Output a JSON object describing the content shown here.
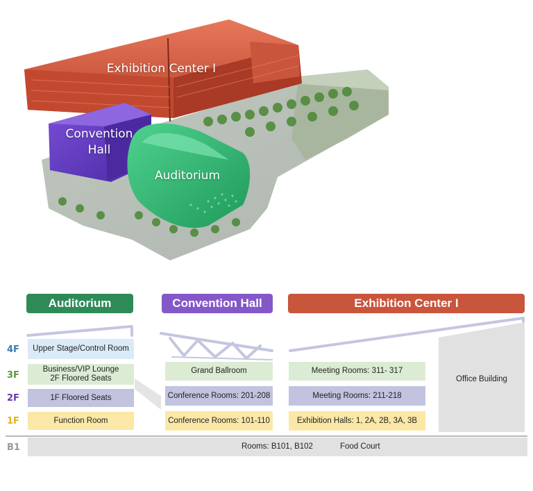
{
  "render": {
    "exhibition_center_label": "Exhibition Center I",
    "convention_hall_label_line1": "Convention",
    "convention_hall_label_line2": "Hall",
    "auditorium_label": "Auditorium"
  },
  "buildings": {
    "auditorium": {
      "title": "Auditorium",
      "color": "#2e8b57"
    },
    "convention_hall": {
      "title": "Convention Hall",
      "color": "#8458c9"
    },
    "exhibition_center": {
      "title": "Exhibition Center I",
      "color": "#c9553c"
    }
  },
  "floors": {
    "f4": {
      "label": "4F",
      "color": "#3a78b5"
    },
    "f3": {
      "label": "3F",
      "color": "#5a9a3a"
    },
    "f2": {
      "label": "2F",
      "color": "#6a34b0"
    },
    "f1": {
      "label": "1F",
      "color": "#e8b21a"
    },
    "b1": {
      "label": "B1",
      "color": "#9a9a9a"
    }
  },
  "auditorium_rooms": {
    "f4": "Upper Stage/Control Room",
    "f3_line1": "Business/VIP Lounge",
    "f3_line2": "2F Floored Seats",
    "f2": "1F Floored Seats",
    "f1": "Function Room"
  },
  "convention_rooms": {
    "f3": "Grand Ballroom",
    "f2": "Conference Rooms: 201-208",
    "f1": "Conference Rooms: 101-110"
  },
  "exhibition_rooms": {
    "f3": "Meeting Rooms: 311- 317",
    "f2": "Meeting Rooms: 211-218",
    "f1": "Exhibition Halls: 1, 2A, 2B, 3A, 3B"
  },
  "office_building": "Office Building",
  "basement": {
    "rooms": "Rooms: B101, B102",
    "food_court": "Food Court"
  }
}
